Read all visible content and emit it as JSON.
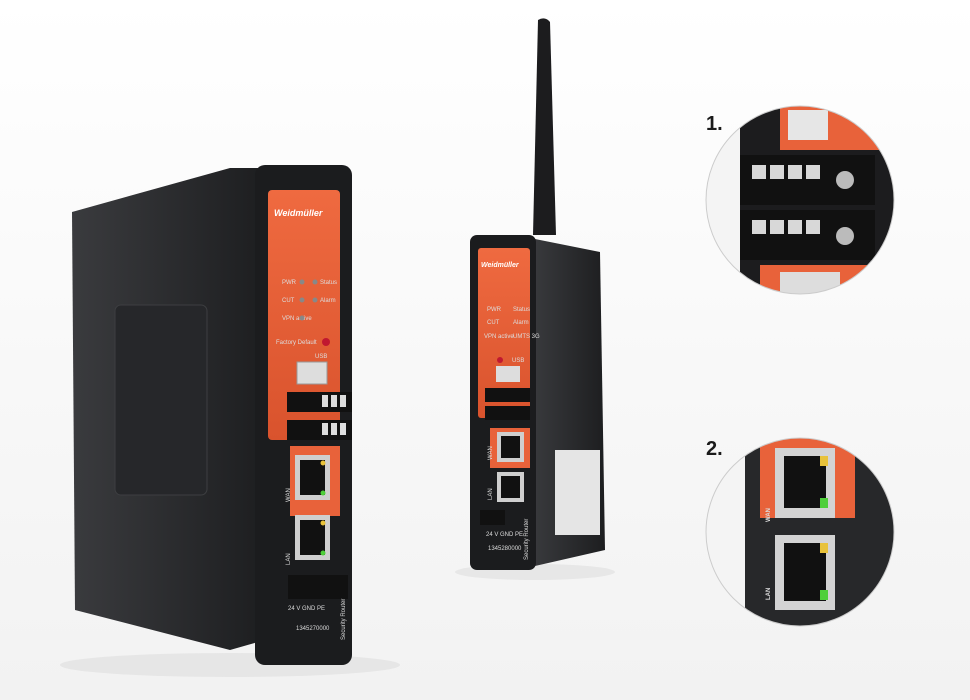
{
  "photo": {
    "brand": "Weidmüller",
    "large_device": {
      "leds": [
        "PWR",
        "Status",
        "CUT",
        "Alarm",
        "VPN active"
      ],
      "factory_default": "Factory Default",
      "usb": "USB",
      "wan": "WAN",
      "lan": "LAN",
      "power_terminal": "24 V GND PE",
      "part_number": "1345270000",
      "product_name": "Security Router"
    },
    "small_device": {
      "leds": [
        "PWR",
        "Status",
        "CUT",
        "Alarm",
        "VPN active",
        "UMTS 3G"
      ],
      "usb": "USB",
      "wan": "WAN",
      "lan": "LAN",
      "power_terminal": "24 V GND PE",
      "part_number": "1345280000",
      "product_name": "Security Router"
    },
    "detail_1": {
      "label": "1."
    },
    "detail_2": {
      "label": "2.",
      "wan": "WAN",
      "lan": "LAN"
    }
  },
  "colors": {
    "orange": "#e8623a",
    "body": "#2a2b2d",
    "led_yellow": "#e8c23a",
    "led_green": "#4fcf3a"
  }
}
